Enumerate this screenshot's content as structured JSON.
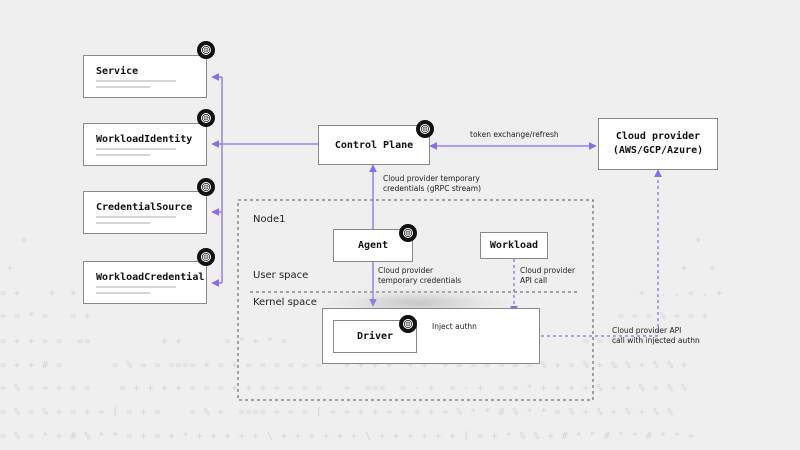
{
  "resources": [
    {
      "label": "Service"
    },
    {
      "label": "WorkloadIdentity"
    },
    {
      "label": "CredentialSource"
    },
    {
      "label": "WorkloadCredential"
    }
  ],
  "nodes": {
    "control_plane": "Control Plane",
    "cloud_provider": "Cloud provider\n(AWS/GCP/Azure)",
    "agent": "Agent",
    "workload": "Workload",
    "driver": "Driver"
  },
  "regions": {
    "node": "Node1",
    "user_space": "User space",
    "kernel_space": "Kernel space"
  },
  "edges": {
    "token": "token exchange/refresh",
    "cp_to_agent": "Cloud provider temporary\ncredentials (gRPC stream)",
    "agent_to_driver": "Cloud provider\ntemporary credentials",
    "workload_call": "Cloud provider\nAPI call",
    "inject": "Inject authn",
    "injected_call": "Cloud provider API\ncall with injected authn"
  },
  "colors": {
    "accent": "#8a6cf0",
    "background": "#efefef"
  },
  "icons": {
    "badge": "spiral-icon"
  }
}
